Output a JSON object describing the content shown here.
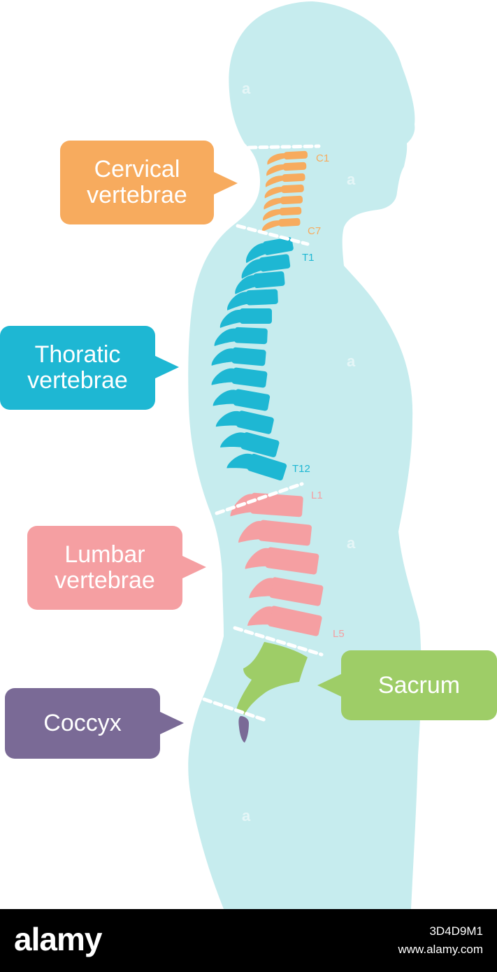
{
  "colors": {
    "body": "#c6ecee",
    "cervical": "#f7ab5e",
    "thoracic": "#1eb7d3",
    "lumbar": "#f59fa2",
    "sacrum": "#9ecd67",
    "coccyx": "#7a6a96",
    "dashes": "#ffffff"
  },
  "callouts": {
    "cervical": "Cervical\nvertebrae",
    "thoracic": "Thoratic\nvertebrae",
    "lumbar": "Lumbar\nvertebrae",
    "sacrum": "Sacrum",
    "coccyx": "Coccyx"
  },
  "vertebra_labels": {
    "c1": "C1",
    "c7": "C7",
    "t1": "T1",
    "t12": "T12",
    "l1": "L1",
    "l5": "L5"
  },
  "watermark": {
    "logo": "alamy",
    "image_id": "3D4D9M1",
    "site": "www.alamy.com",
    "mark": "a"
  }
}
